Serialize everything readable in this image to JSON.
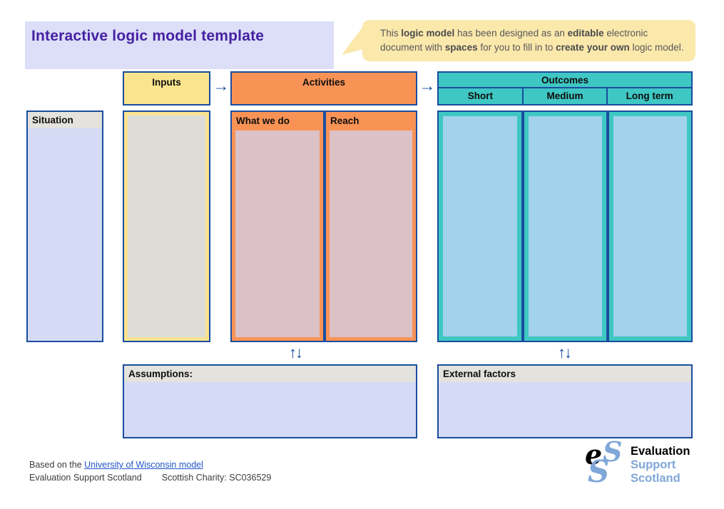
{
  "page": {
    "title": "Interactive logic model template"
  },
  "bubble": {
    "segments": [
      {
        "text": "This ",
        "bold": false
      },
      {
        "text": "logic model",
        "bold": true
      },
      {
        "text": " has been designed as an ",
        "bold": false
      },
      {
        "text": "editable",
        "bold": true
      },
      {
        "text": " electronic document with ",
        "bold": false
      },
      {
        "text": "spaces",
        "bold": true
      },
      {
        "text": " for you to fill in to ",
        "bold": false
      },
      {
        "text": "create your own",
        "bold": true
      },
      {
        "text": " logic model.",
        "bold": false
      }
    ]
  },
  "flow": {
    "inputs_label": "Inputs",
    "activities_label": "Activities",
    "outcomes_label": "Outcomes",
    "outcome_columns": [
      "Short",
      "Medium",
      "Long term"
    ],
    "arrow_right": "→",
    "arrow_updown": "↑↓"
  },
  "boxes": {
    "situation_label": "Situation",
    "what_we_do_label": "What we do",
    "reach_label": "Reach",
    "assumptions_label": "Assumptions:",
    "external_factors_label": "External factors"
  },
  "footer": {
    "based_on_prefix": "Based on the ",
    "link_text": "University of Wisconsin model",
    "org": "Evaluation Support Scotland",
    "charity": "Scottish Charity: SC036529"
  },
  "logo": {
    "e": "e",
    "s_top": "S",
    "s_bottom": "S",
    "line1": "Evaluation",
    "line2": "Support",
    "line3": "Scotland"
  },
  "colors": {
    "dark_blue_border": "#1a4d9e",
    "title_purple": "#4520a3",
    "lavender_fill": "#d6dbf5",
    "title_lavender": "#dcdff7",
    "bubble_yellow": "#fbe8ab",
    "inputs_yellow": "#fae58e",
    "inputs_gray": "#dddcd6",
    "activities_orange": "#f99355",
    "activities_pink": "#dcc1c7",
    "outcomes_teal": "#3fc7c3",
    "outcomes_light_blue": "#a2d2ec",
    "header_gray": "#e3e2dd",
    "logo_blue": "#7fa7d7",
    "link_blue": "#2056c7"
  }
}
